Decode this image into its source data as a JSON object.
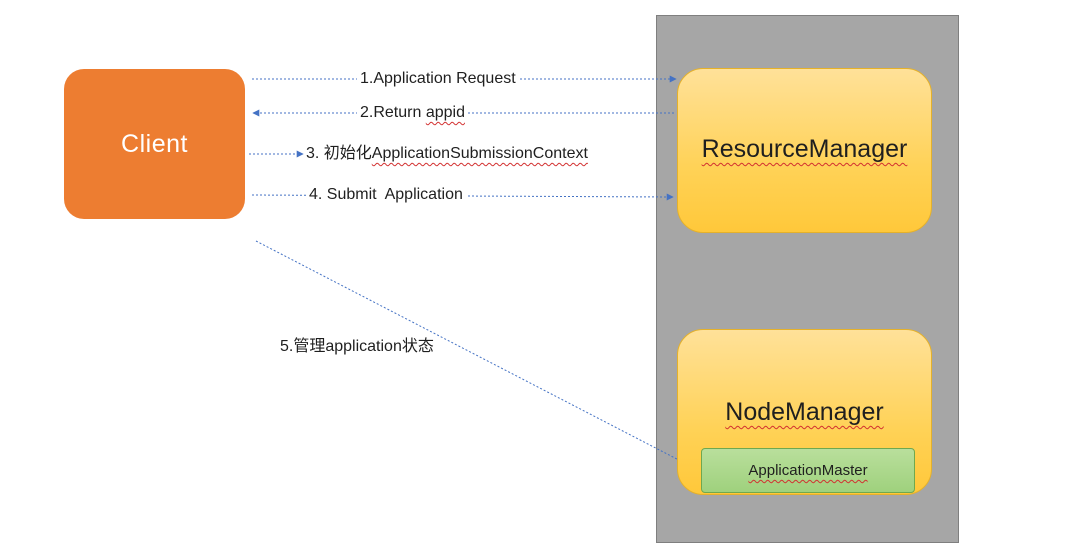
{
  "nodes": {
    "client": "Client",
    "resource_manager": "ResourceManager",
    "node_manager": "NodeManager",
    "application_master": "ApplicationMaster"
  },
  "messages": [
    {
      "step": "1",
      "text": "1.Application Request"
    },
    {
      "step": "2",
      "text_prefix": "2.Return ",
      "text_underlined": "appid"
    },
    {
      "step": "3",
      "text_prefix": "3. 初始化",
      "text_underlined": "ApplicationSubmissionContext"
    },
    {
      "step": "4",
      "text": "4. Submit  Application"
    },
    {
      "step": "5",
      "text": "5.管理application状态"
    }
  ],
  "colors": {
    "client_fill": "#ed7d31",
    "manager_fill": "#ffd257",
    "master_fill": "#a9d18e",
    "cluster_panel": "#a6a6a6",
    "arrow": "#4472c4"
  }
}
